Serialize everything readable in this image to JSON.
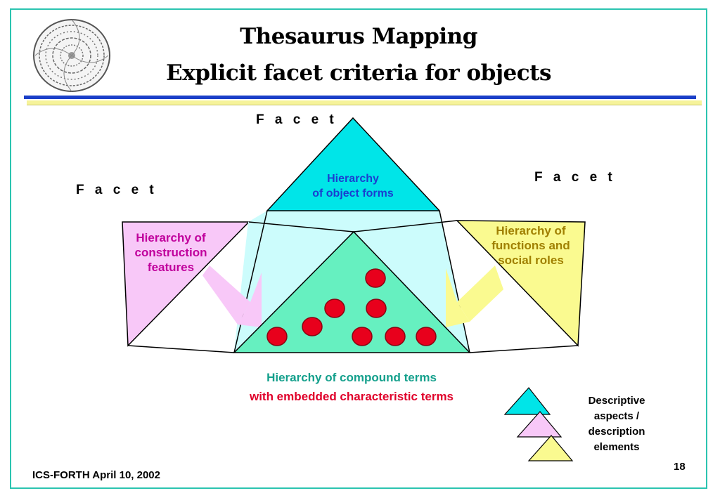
{
  "header": {
    "title_line1": "Thesaurus Mapping",
    "title_line2": "Explicit facet criteria for objects",
    "logo": "phaistos-disc-logo"
  },
  "diagram": {
    "facet_top": "F a c e t",
    "facet_left": "F a c e t",
    "facet_right": "F a c e t",
    "top_triangle": {
      "line1": "Hierarchy",
      "line2": "of object forms",
      "color": "#00e5e8"
    },
    "left_triangle": {
      "line1": "Hierarchy of",
      "line2": "construction",
      "line3": "features",
      "color": "#f8c8f8"
    },
    "right_triangle": {
      "line1": "Hierarchy of",
      "line2": "functions and",
      "line3": "social roles",
      "color": "#fafa90"
    },
    "center_triangle_color": "#66f0c0",
    "term_dot_color": "#e8001c",
    "caption_line1": "Hierarchy of compound terms",
    "caption_line1_color": "#14a08c",
    "caption_line2": "with embedded characteristic terms",
    "caption_line2_color": "#e0002a"
  },
  "legend": {
    "line1": "Descriptive",
    "line2": "aspects /",
    "line3": "description",
    "line4": "elements"
  },
  "footer": {
    "org_date": "ICS-FORTH  April 10, 2002",
    "page_number": "18"
  },
  "colors": {
    "frame": "#2bc4b0",
    "rule_blue": "#1a3fc8",
    "rule_yellow": "#f6f39a",
    "top_label": "#1a3fd0",
    "left_label": "#c0009c",
    "right_label": "#a08000"
  }
}
